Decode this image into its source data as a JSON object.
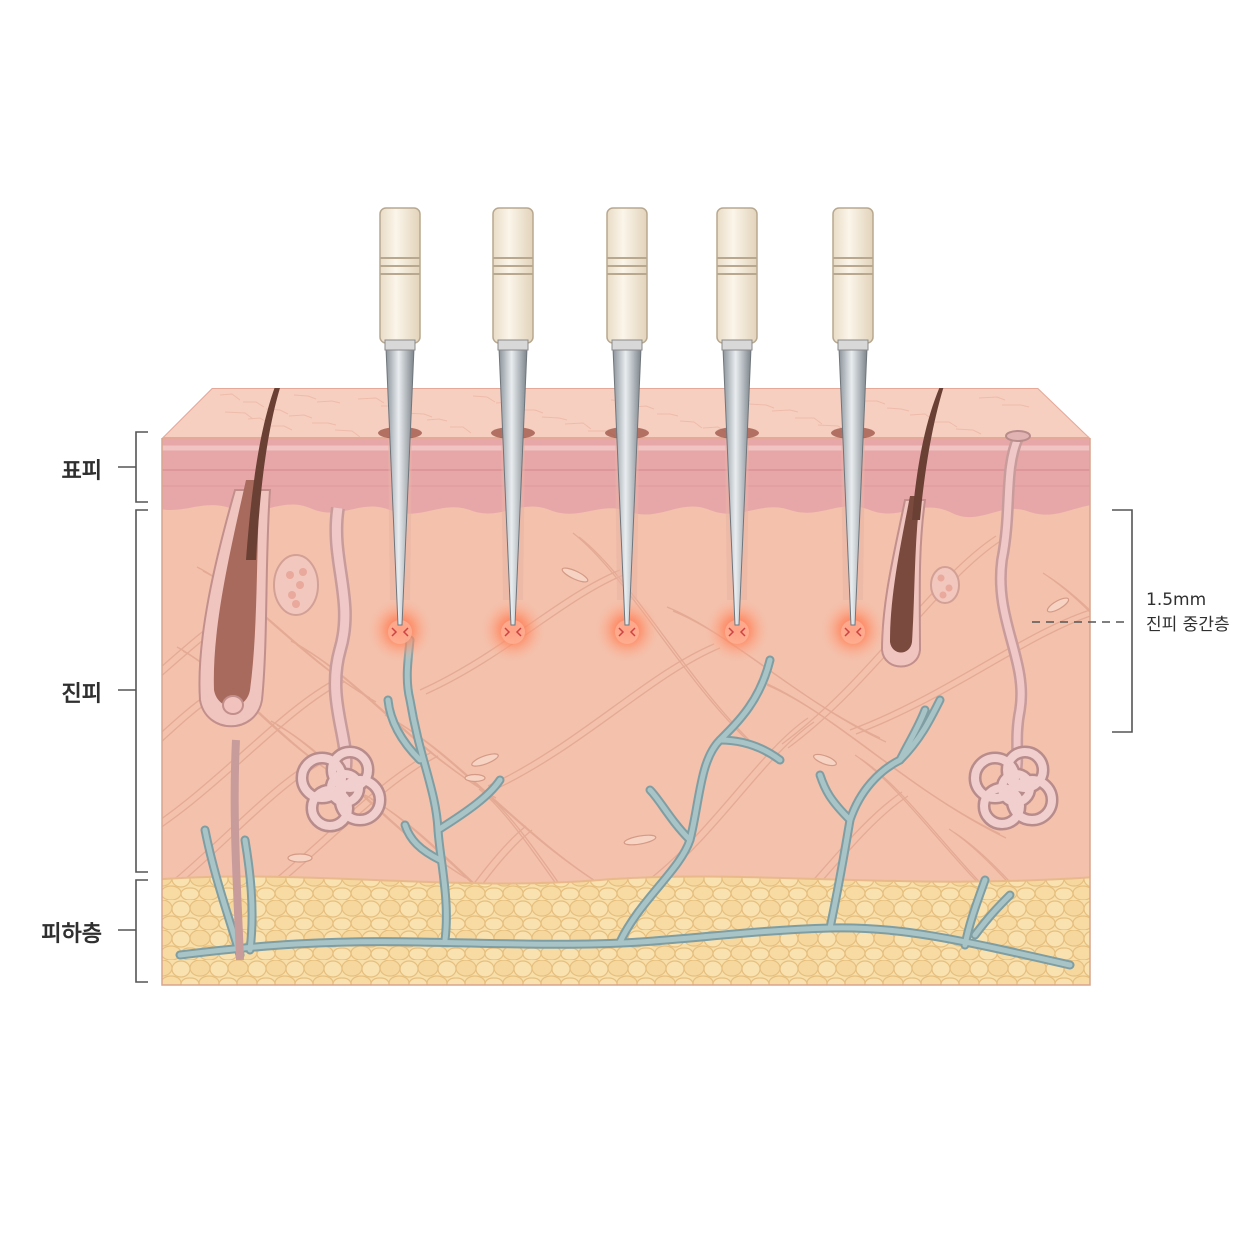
{
  "labels": {
    "epidermis": "표피",
    "dermis": "진피",
    "subcutaneous": "피하층"
  },
  "depth_note": {
    "depth": "1.5mm",
    "layer": "진피 중간층"
  },
  "colors": {
    "surface": "#f6cfc0",
    "epidermis": "#e7a7a8",
    "dermis": "#f3c1ac",
    "fat": "#f8dea8",
    "fat_cell": "#f5d59a",
    "vessel": "#9db8bb",
    "needle_handle": "#f4ead9",
    "needle_shaft": "#b8bec4",
    "hair": "#6a4035",
    "heat_spot": "#ff7a55",
    "bracket": "#555555"
  },
  "needle_count": 5
}
